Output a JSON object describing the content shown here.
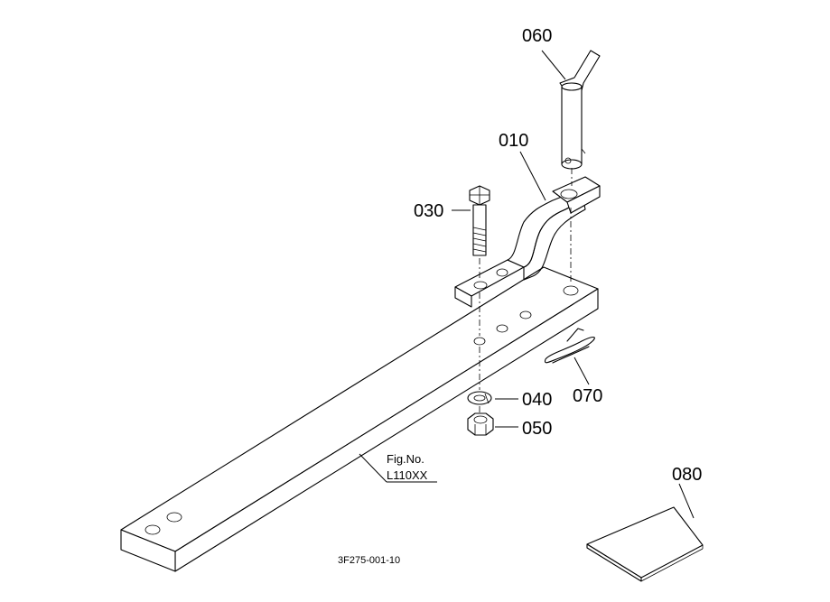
{
  "callouts": {
    "p010": "010",
    "p030": "030",
    "p040": "040",
    "p050": "050",
    "p060": "060",
    "p070": "070",
    "p080": "080"
  },
  "figure": {
    "label": "Fig.No.",
    "number": "L110XX"
  },
  "drawing_number": "3F275-001-10",
  "colors": {
    "line": "#000000",
    "background": "#ffffff"
  }
}
